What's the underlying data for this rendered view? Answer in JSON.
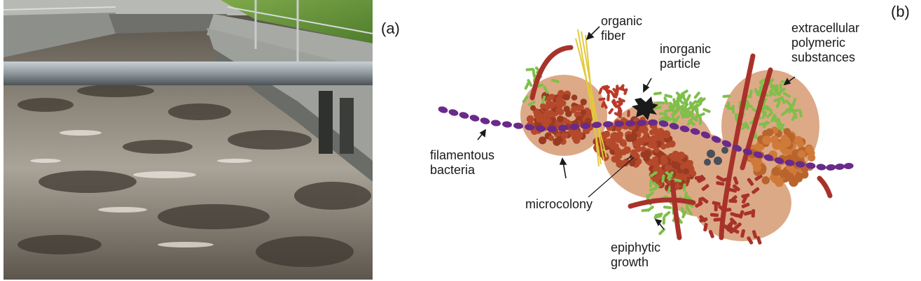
{
  "panels": {
    "a": "(a)",
    "b": "(b)"
  },
  "labels": {
    "organic_fiber": [
      "organic",
      "fiber"
    ],
    "inorganic_particle": [
      "inorganic",
      "particle"
    ],
    "eps": [
      "extracellular",
      "polymeric",
      "substances"
    ],
    "filamentous": [
      "filamentous",
      "bacteria"
    ],
    "microcolony": [
      "microcolony"
    ],
    "epiphytic": [
      "epiphytic",
      "growth"
    ]
  },
  "colors": {
    "floc": "#d9a07a",
    "microcolony": "#b5492b",
    "filament": "#6a2a8a",
    "epiphytic": "#7fbf4a",
    "rod": "#a8322a",
    "fiber": "#e2c93a",
    "particle": "#1a1a1a",
    "sludge": "#6e6558"
  },
  "icons": [
    "arrow-icon"
  ]
}
